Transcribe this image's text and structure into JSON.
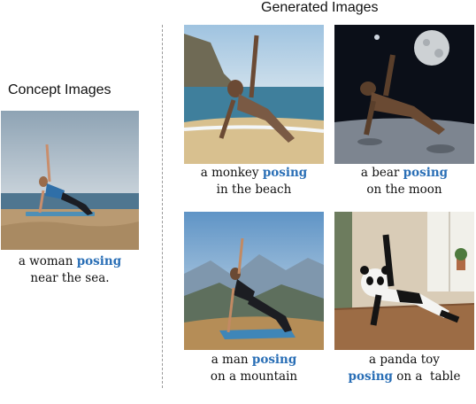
{
  "headings": {
    "concept": "Concept Images",
    "generated": "Generated Images"
  },
  "concept": {
    "subject": "woman",
    "caption": {
      "line1_pre": "a woman ",
      "highlight": "posing",
      "line2": "near the sea."
    }
  },
  "generated": [
    {
      "subject": "monkey",
      "caption": {
        "line1_pre": "a monkey ",
        "highlight": "posing",
        "line2": "in the beach"
      }
    },
    {
      "subject": "bear",
      "caption": {
        "line1_pre": "a bear ",
        "highlight": "posing",
        "line2": "on the moon"
      }
    },
    {
      "subject": "man",
      "caption": {
        "line1_pre": "a man ",
        "highlight": "posing",
        "line2": "on a mountain"
      }
    },
    {
      "subject": "panda-toy",
      "caption": {
        "line1": "a panda toy",
        "highlight": "posing",
        "line2_post": " on a  table"
      }
    }
  ],
  "colors": {
    "highlight": "#2a6fb6"
  }
}
